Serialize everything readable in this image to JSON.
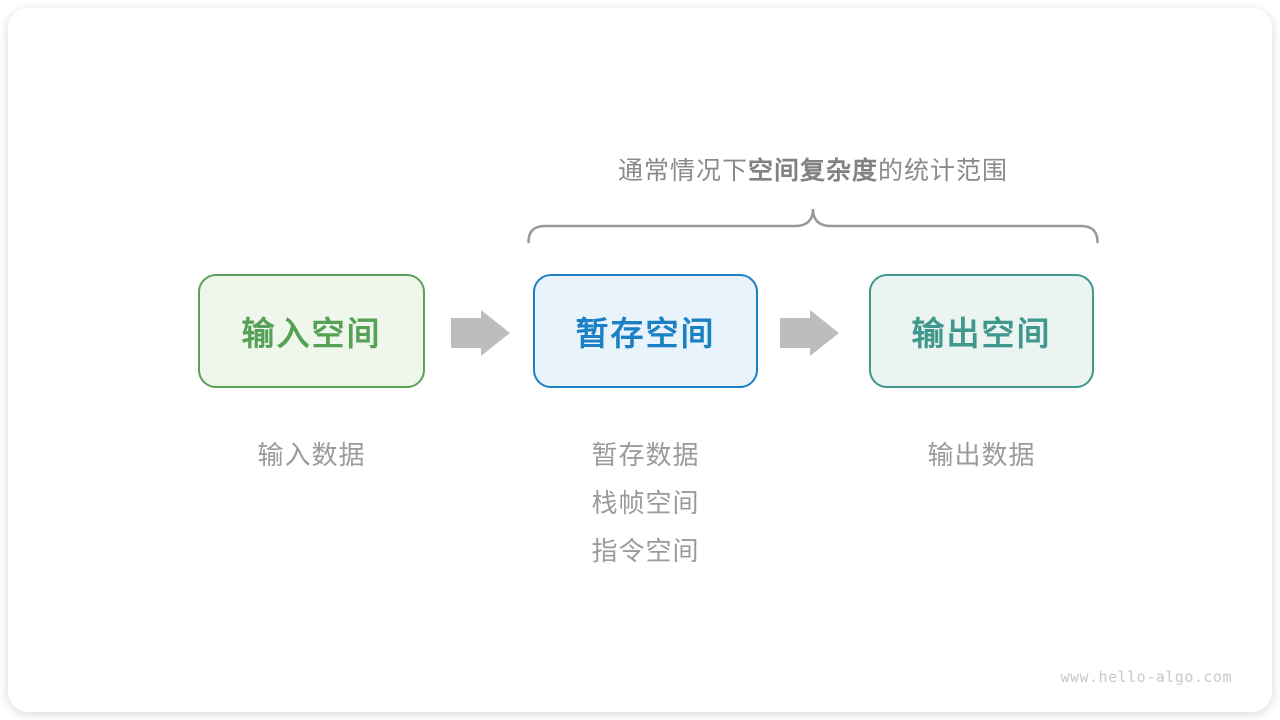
{
  "title": {
    "prefix": "通常情况下",
    "emphasis": "空间复杂度",
    "suffix": "的统计范围"
  },
  "boxes": {
    "input": {
      "label": "输入空间",
      "border_color": "#5ba15b",
      "bg_color": "#eff6ec",
      "text_color": "#55a155"
    },
    "buffer": {
      "label": "暂存空间",
      "border_color": "#1b80c4",
      "bg_color": "#e9f3fb",
      "text_color": "#1b80c4"
    },
    "output": {
      "label": "输出空间",
      "border_color": "#3f978d",
      "bg_color": "#ebf4f0",
      "text_color": "#3f978d"
    }
  },
  "captions": {
    "input": [
      "输入数据"
    ],
    "buffer": [
      "暂存数据",
      "栈帧空间",
      "指令空间"
    ],
    "output": [
      "输出数据"
    ]
  },
  "icons": {
    "arrow": "right-block-arrow",
    "brace": "top-curly-brace"
  },
  "colors": {
    "arrow": "#bdbdbd",
    "brace": "#999999",
    "title_text": "#8a8a8a",
    "caption_text": "#9b9b9b",
    "watermark_text": "#c9c9c9",
    "card_bg": "#ffffff"
  },
  "watermark": "www.hello-algo.com"
}
